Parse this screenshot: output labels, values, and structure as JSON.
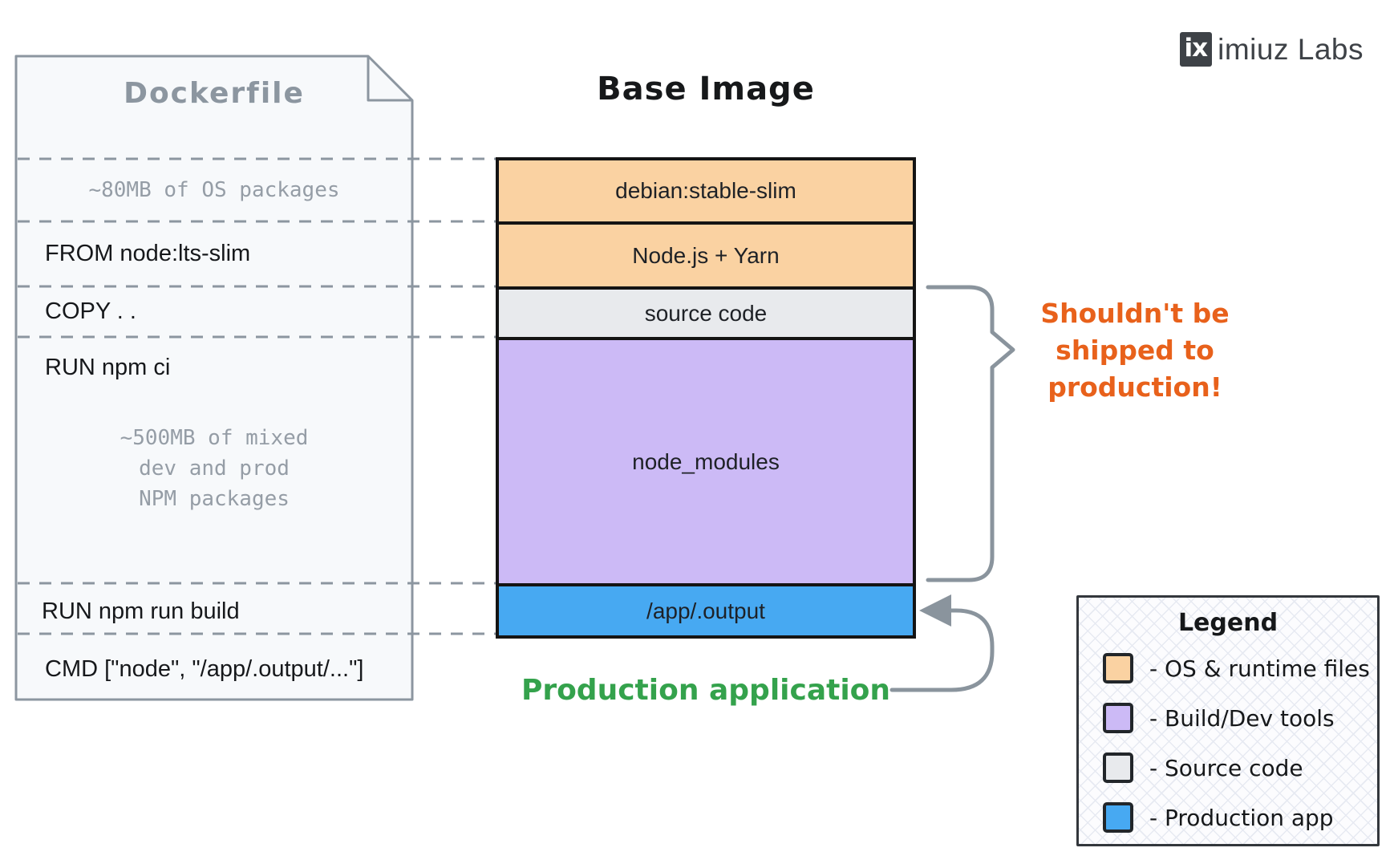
{
  "logo": {
    "badge": "ix",
    "name": "imiuz Labs"
  },
  "dockerfile": {
    "title": "Dockerfile",
    "note_os": "~80MB of OS packages",
    "instr_from": "FROM node:lts-slim",
    "instr_copy": "COPY . .",
    "instr_run_ci": "RUN npm ci",
    "note_npm_lines": [
      "~500MB of mixed",
      "dev and prod",
      "NPM packages"
    ],
    "instr_run_build": "RUN npm run build",
    "instr_cmd": "CMD [\"node\", \"/app/.output/...\"]"
  },
  "stack": {
    "title": "Base Image",
    "layers": [
      {
        "label": "debian:stable-slim",
        "color": "#FAD2A2"
      },
      {
        "label": "Node.js + Yarn",
        "color": "#FAD2A2"
      },
      {
        "label": "source code",
        "color": "#E8EAED"
      },
      {
        "label": "node_modules",
        "color": "#CCBAF6"
      },
      {
        "label": "/app/.output",
        "color": "#47A9F2"
      }
    ]
  },
  "annotations": {
    "should_not_ship": {
      "lines": [
        "Shouldn't be",
        "shipped to",
        "production!"
      ],
      "color": "#E8611B"
    },
    "production_app": {
      "text": "Production application",
      "color": "#34A24C"
    }
  },
  "legend": {
    "title": "Legend",
    "items": [
      {
        "color": "#FAD2A2",
        "label": "- OS & runtime files"
      },
      {
        "color": "#CCBAF6",
        "label": "- Build/Dev tools"
      },
      {
        "color": "#E8EAED",
        "label": "- Source code"
      },
      {
        "color": "#47A9F2",
        "label": "- Production app"
      }
    ]
  }
}
